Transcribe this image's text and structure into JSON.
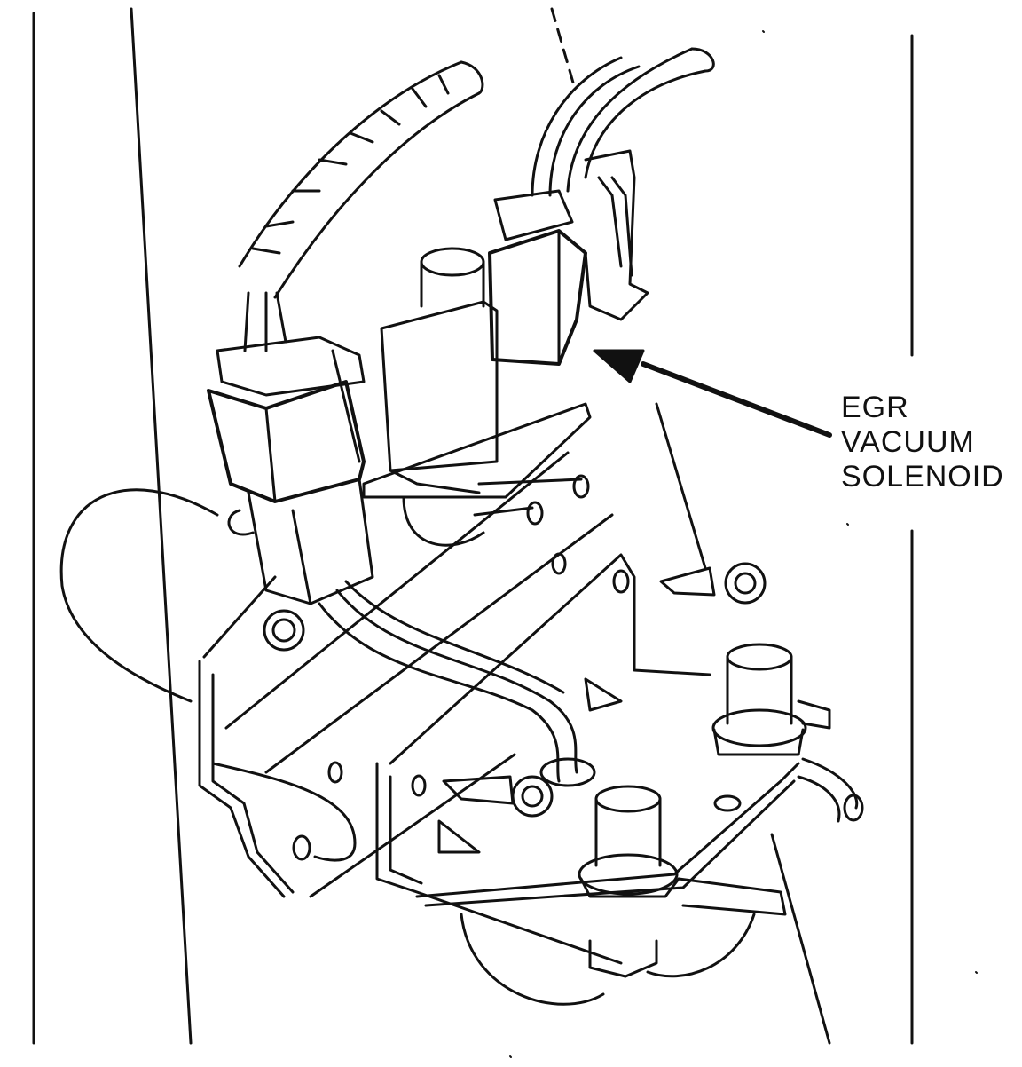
{
  "callout": {
    "line1": "EGR",
    "line2": "VACUUM",
    "line3": "SOLENOID"
  },
  "colors": {
    "ink": "#111111",
    "paper": "#ffffff"
  }
}
